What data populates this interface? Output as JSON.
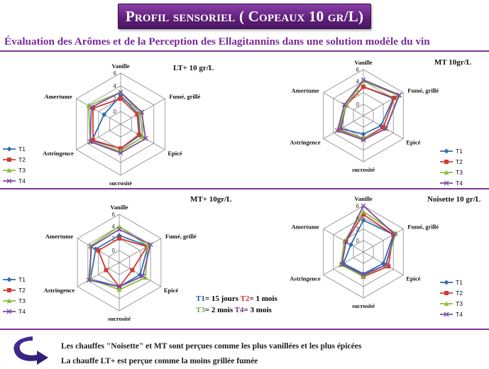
{
  "header": {
    "title": "Profil sensoriel ( Copeaux 10 gr/L)",
    "subtitle": "Évaluation des Arômes et de la Perception des Ellagitannins dans une solution modèle du vin"
  },
  "legend": [
    "T1",
    "T2",
    "T3",
    "T4"
  ],
  "colors": {
    "T1": "#2e6db4",
    "T2": "#d23a32",
    "T3": "#8cbf3c",
    "T4": "#7a4aa2",
    "grid": "#8a8a8a"
  },
  "key": {
    "line1": [
      {
        "id": "T1",
        "text": "T1"
      },
      {
        "id": "plain",
        "text": "= 15 jours "
      },
      {
        "id": "T2",
        "text": "T2"
      },
      {
        "id": "plain",
        "text": "= 1 mois"
      }
    ],
    "line2": [
      {
        "id": "T3",
        "text": "T3"
      },
      {
        "id": "plain",
        "text": "= 2 mois "
      },
      {
        "id": "T4",
        "text": "T4"
      },
      {
        "id": "plain",
        "text": "= 3 mois"
      }
    ]
  },
  "notes": [
    "Les chauffes \"Noisette\" et MT sont perçues comme les plus vanillées et les plus épicées",
    "La chauffe LT+ est perçue comme la moins grillée fumée"
  ],
  "chart_data": [
    {
      "type": "radar",
      "title": "LT+ 10 gr/L",
      "axes": [
        "Vanille",
        "Fumé, grillé",
        "Epicé",
        "sucrosité",
        "Astringence",
        "Amertume"
      ],
      "ticks": [
        0,
        2,
        4,
        6
      ],
      "rlim": [
        -2,
        6
      ],
      "series": [
        {
          "name": "T1",
          "values": [
            2.5,
            1.2,
            1.5,
            1.8,
            3.2,
            1.0
          ]
        },
        {
          "name": "T2",
          "values": [
            2.0,
            1.0,
            1.3,
            1.8,
            3.0,
            3.0
          ]
        },
        {
          "name": "T3",
          "values": [
            3.0,
            1.5,
            2.0,
            2.2,
            3.5,
            3.8
          ]
        },
        {
          "name": "T4",
          "values": [
            3.0,
            1.8,
            2.5,
            2.5,
            3.5,
            3.3
          ]
        }
      ]
    },
    {
      "type": "radar",
      "title": "MT 10gr/L",
      "axes": [
        "Vanille",
        "Fumé, grillé",
        "Epicé",
        "sucrosité",
        "Astringence",
        "Amertume"
      ],
      "ticks": [
        0,
        2,
        4,
        6
      ],
      "rlim": [
        -2,
        6
      ],
      "series": [
        {
          "name": "T1",
          "values": [
            3.0,
            4.0,
            1.5,
            1.2,
            2.5,
            1.5
          ]
        },
        {
          "name": "T2",
          "values": [
            3.0,
            4.2,
            2.0,
            2.0,
            2.8,
            1.5
          ]
        },
        {
          "name": "T3",
          "values": [
            4.0,
            5.0,
            2.5,
            2.0,
            3.0,
            1.5
          ]
        },
        {
          "name": "T4",
          "values": [
            4.2,
            5.2,
            2.5,
            2.2,
            3.2,
            1.8
          ]
        }
      ]
    },
    {
      "type": "radar",
      "title": "MT+ 10gr/L",
      "axes": [
        "Vanille",
        "Fumé, grillé",
        "Epicé",
        "sucrosité",
        "Astringence",
        "Amertume"
      ],
      "ticks": [
        0,
        2,
        4,
        6
      ],
      "rlim": [
        -2,
        6
      ],
      "series": [
        {
          "name": "T1",
          "values": [
            2.5,
            3.5,
            2.0,
            2.0,
            3.5,
            2.5
          ]
        },
        {
          "name": "T2",
          "values": [
            2.0,
            3.3,
            0.5,
            2.0,
            0.5,
            2.0
          ]
        },
        {
          "name": "T3",
          "values": [
            4.0,
            3.5,
            3.0,
            2.5,
            3.5,
            3.5
          ]
        },
        {
          "name": "T4",
          "values": [
            3.5,
            4.0,
            2.5,
            2.0,
            3.8,
            3.3
          ]
        }
      ]
    },
    {
      "type": "radar",
      "title": "Noisette 10 gr/L",
      "axes": [
        "Vanille",
        "Fumé, grillé",
        "Epicé",
        "sucrosité",
        "Astringence",
        "Amertume"
      ],
      "ticks": [
        0,
        2,
        4,
        6
      ],
      "rlim": [
        -2,
        6
      ],
      "series": [
        {
          "name": "T1",
          "values": [
            3.5,
            4.0,
            2.0,
            1.8,
            2.0,
            0.5
          ]
        },
        {
          "name": "T2",
          "values": [
            4.5,
            4.0,
            3.0,
            2.3,
            2.3,
            1.5
          ]
        },
        {
          "name": "T3",
          "values": [
            5.0,
            4.5,
            2.5,
            2.2,
            2.5,
            1.8
          ]
        },
        {
          "name": "T4",
          "values": [
            6.0,
            4.2,
            2.5,
            2.0,
            2.3,
            1.5
          ]
        }
      ]
    }
  ]
}
